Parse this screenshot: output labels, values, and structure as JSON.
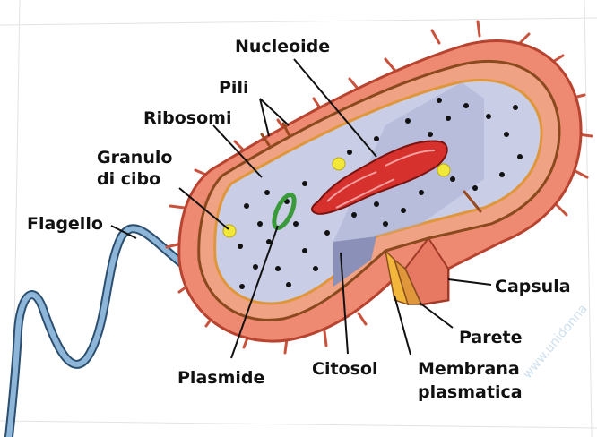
{
  "labels": {
    "nucleoide": "Nucleoide",
    "pili": "Pili",
    "ribosomi": "Ribosomi",
    "granulo_line1": "Granulo",
    "granulo_line2": "di cibo",
    "flagello": "Flagello",
    "plasmide": "Plasmide",
    "citosol": "Citosol",
    "membrana_line1": "Membrana",
    "membrana_line2": "plasmatica",
    "parete": "Parete",
    "capsula": "Capsula"
  },
  "colors": {
    "capsule": "#ef8a72",
    "capsule_dark": "#c9523d",
    "wall": "#e0963a",
    "membrane": "#f2b63a",
    "cytosol": "#c9cde6",
    "cytosol_dark": "#8a90b8",
    "nucleoid": "#d6312c",
    "plasmid": "#3a9a3a",
    "granule": "#f2e83a",
    "flagellum": "#6f9fc7"
  },
  "watermark": "www.unidonna"
}
